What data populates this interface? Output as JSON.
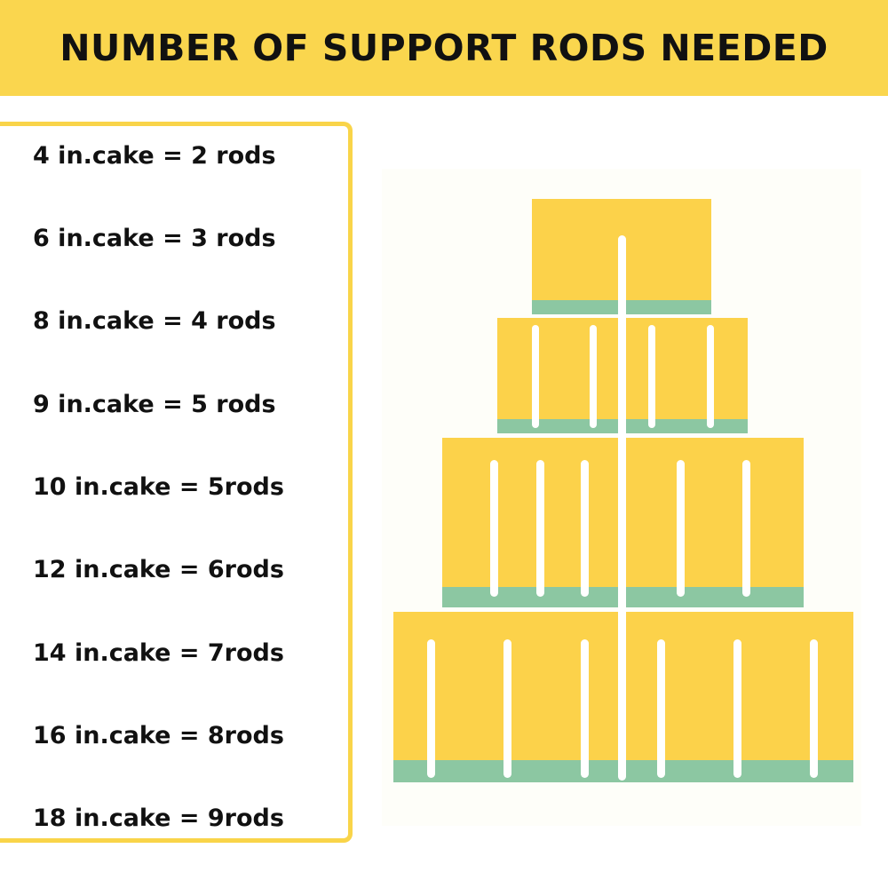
{
  "header": {
    "title": "NUMBER OF SUPPORT RODS NEEDED",
    "background": "#fad64e"
  },
  "rod_table": {
    "rows": [
      "4 in.cake = 2 rods",
      "6 in.cake = 3 rods",
      "8 in.cake = 4 rods",
      "9 in.cake = 5 rods",
      "10 in.cake = 5rods",
      "12 in.cake = 6rods",
      "14 in.cake = 7rods",
      "16 in.cake = 8rods",
      "18 in.cake = 9rods"
    ]
  },
  "colors": {
    "tier": "#fcd24a",
    "tier_base": "#8cc7a2",
    "rod": "#ffffff",
    "border": "#f9d449"
  }
}
